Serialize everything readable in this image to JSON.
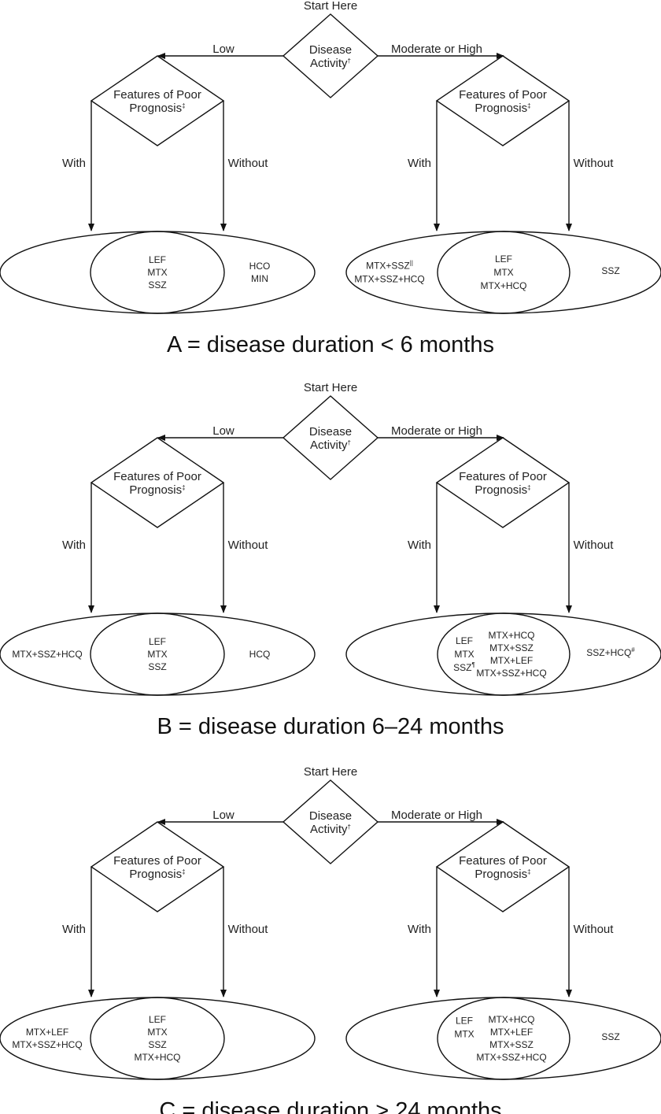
{
  "labels": {
    "start": "Start Here",
    "activity_1": "Disease",
    "activity_2": "Activity",
    "activity_mark": "†",
    "low": "Low",
    "moderate_high": "Moderate or High",
    "prognosis_1": "Features of Poor",
    "prognosis_2": "Prognosis",
    "prognosis_mark": "‡",
    "with": "With",
    "without": "Without"
  },
  "panels": [
    {
      "caption": "A = disease duration < 6 months",
      "left": {
        "with_only": [],
        "overlap": [
          "LEF",
          "MTX",
          "SSZ"
        ],
        "without_only": [
          "HCO",
          "MIN"
        ]
      },
      "right": {
        "with_only": [
          {
            "text": "MTX+SSZ",
            "mark": "||"
          },
          {
            "text": "MTX+SSZ+HCQ",
            "mark": ""
          }
        ],
        "overlap_single": [
          "LEF",
          "MTX",
          "MTX+HCQ"
        ],
        "without_only": [
          {
            "text": "SSZ",
            "mark": ""
          }
        ]
      }
    },
    {
      "caption": "B = disease duration 6–24 months",
      "left": {
        "with_only": [
          "MTX+SSZ+HCQ"
        ],
        "overlap": [
          "LEF",
          "MTX",
          "SSZ"
        ],
        "without_only": [
          "HCQ"
        ]
      },
      "right": {
        "with_only": [],
        "overlap_left": [
          {
            "text": "LEF",
            "mark": ""
          },
          {
            "text": "MTX",
            "mark": ""
          },
          {
            "text": "SSZ",
            "mark": "¶"
          }
        ],
        "overlap_right": [
          "MTX+HCQ",
          "MTX+SSZ",
          "MTX+LEF",
          "MTX+SSZ+HCQ"
        ],
        "without_only": [
          {
            "text": "SSZ+HCQ",
            "mark": "#"
          }
        ]
      }
    },
    {
      "caption": "C = disease duration > 24 months",
      "left": {
        "with_only": [
          "MTX+LEF",
          "MTX+SSZ+HCQ"
        ],
        "overlap": [
          "LEF",
          "MTX",
          "SSZ",
          "MTX+HCQ"
        ],
        "without_only": []
      },
      "right": {
        "with_only": [],
        "overlap_left": [
          {
            "text": "LEF",
            "mark": ""
          },
          {
            "text": "MTX",
            "mark": ""
          }
        ],
        "overlap_right": [
          "MTX+HCQ",
          "MTX+LEF",
          "MTX+SSZ",
          "MTX+SSZ+HCQ"
        ],
        "without_only": [
          {
            "text": "SSZ",
            "mark": ""
          }
        ]
      }
    }
  ]
}
